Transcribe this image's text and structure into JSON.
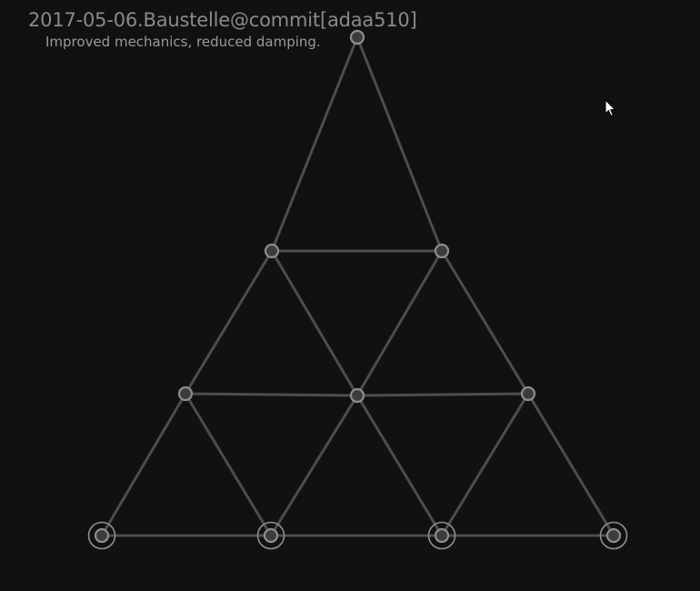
{
  "header": {
    "title": "2017-05-06.Baustelle@commit[adaa510]",
    "subtitle": "Improved mechanics, reduced damping."
  },
  "colors": {
    "background": "#111111",
    "edge": "#514c4c",
    "node": "#8e8e8e",
    "node_fill": "#3e3b3b",
    "title_text": "#8a8a8a",
    "cursor": "#ffffff"
  },
  "truss": {
    "nodes": [
      {
        "id": "n-top",
        "anchored": false
      },
      {
        "id": "n-r2-left",
        "anchored": false
      },
      {
        "id": "n-r2-right",
        "anchored": false
      },
      {
        "id": "n-r3-left",
        "anchored": false
      },
      {
        "id": "n-r3-mid",
        "anchored": false
      },
      {
        "id": "n-r3-right",
        "anchored": false
      },
      {
        "id": "n-base-1",
        "anchored": true
      },
      {
        "id": "n-base-2",
        "anchored": true
      },
      {
        "id": "n-base-3",
        "anchored": true
      },
      {
        "id": "n-base-4",
        "anchored": true
      }
    ],
    "edges": [
      [
        "n-top",
        "n-r2-left"
      ],
      [
        "n-top",
        "n-r2-right"
      ],
      [
        "n-r2-left",
        "n-r2-right"
      ],
      [
        "n-r2-left",
        "n-r3-left"
      ],
      [
        "n-r2-left",
        "n-r3-mid"
      ],
      [
        "n-r2-right",
        "n-r3-mid"
      ],
      [
        "n-r2-right",
        "n-r3-right"
      ],
      [
        "n-r3-left",
        "n-r3-mid"
      ],
      [
        "n-r3-mid",
        "n-r3-right"
      ],
      [
        "n-r3-left",
        "n-base-1"
      ],
      [
        "n-r3-left",
        "n-base-2"
      ],
      [
        "n-r3-mid",
        "n-base-2"
      ],
      [
        "n-r3-mid",
        "n-base-3"
      ],
      [
        "n-r3-right",
        "n-base-3"
      ],
      [
        "n-r3-right",
        "n-base-4"
      ],
      [
        "n-base-1",
        "n-base-2"
      ],
      [
        "n-base-2",
        "n-base-3"
      ],
      [
        "n-base-3",
        "n-base-4"
      ]
    ]
  },
  "icons": {
    "cursor": "mouse-pointer-icon"
  }
}
